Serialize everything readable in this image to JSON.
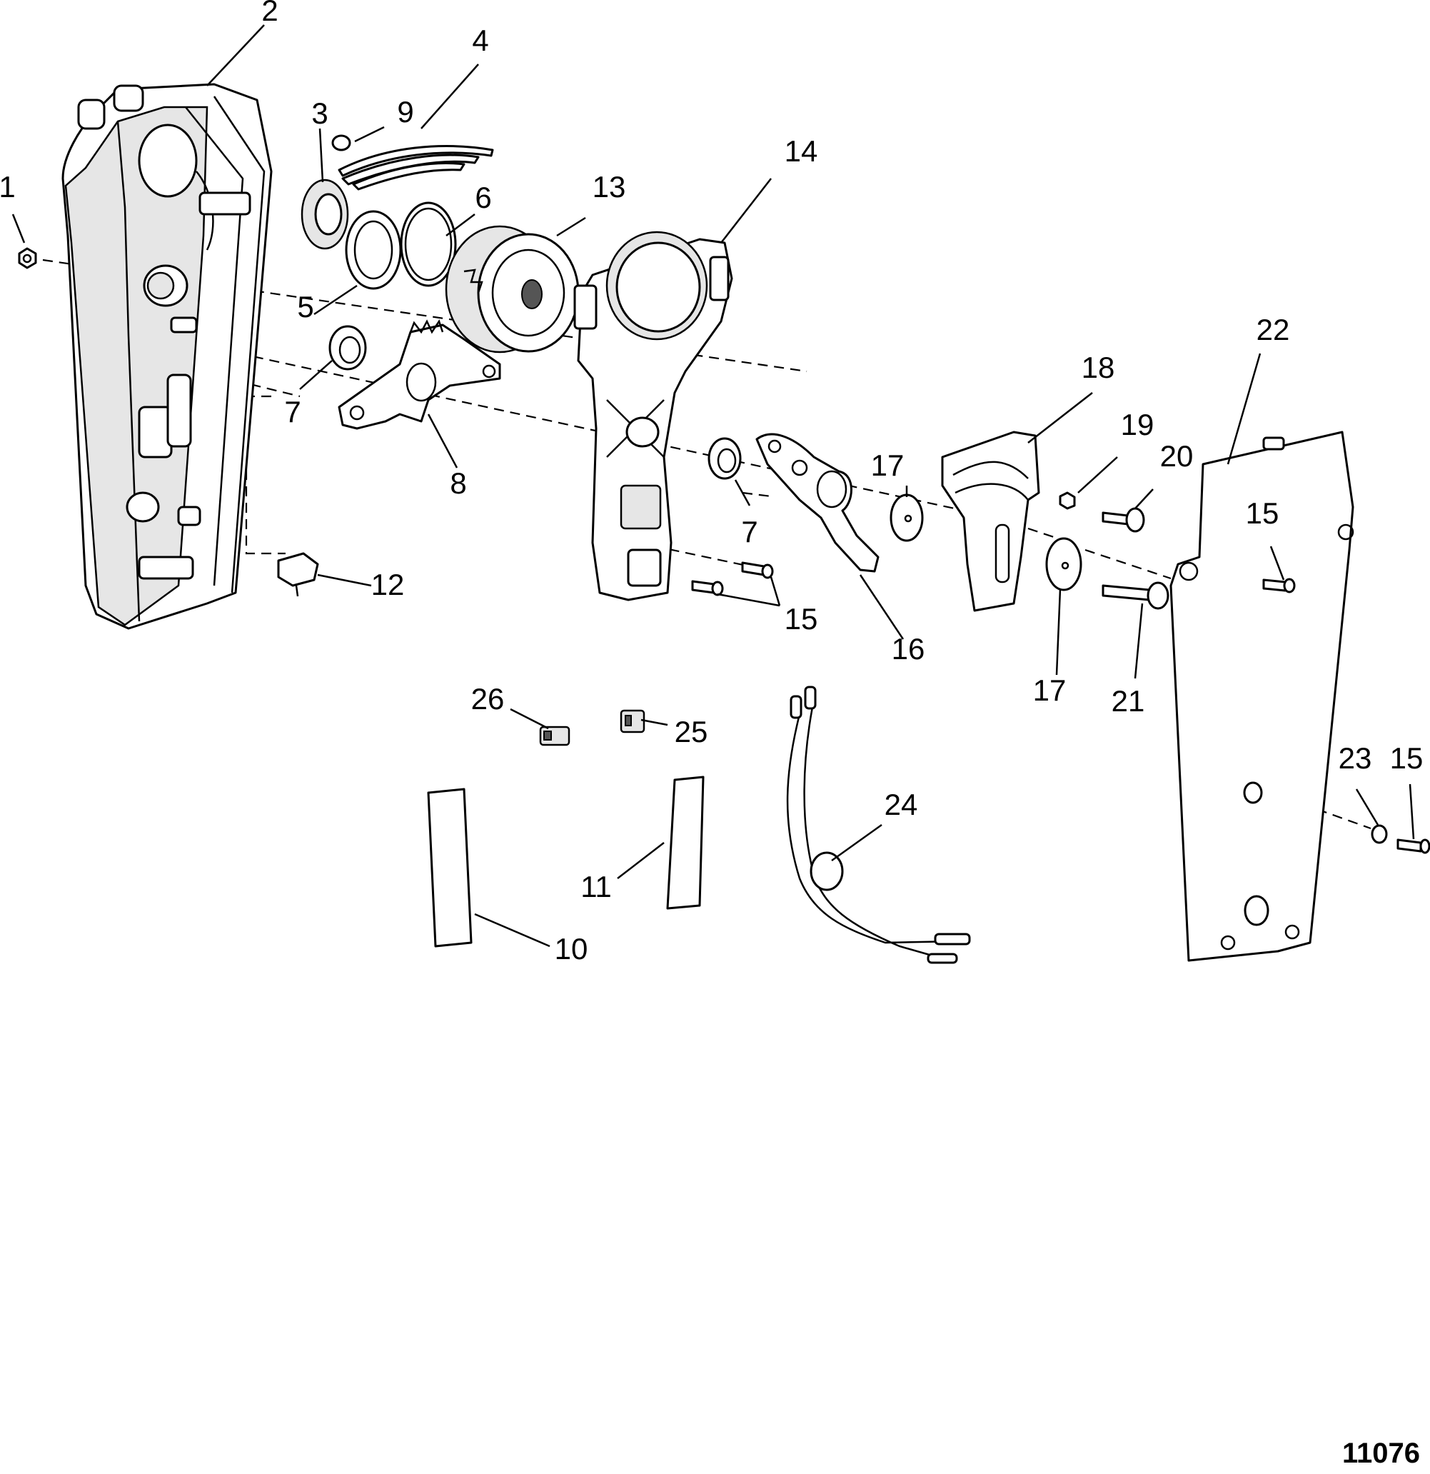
{
  "callouts": [
    "1",
    "2",
    "3",
    "4",
    "5",
    "6",
    "7",
    "8",
    "9",
    "10",
    "11",
    "12",
    "13",
    "14",
    "15",
    "16",
    "17",
    "18",
    "19",
    "20",
    "21",
    "22",
    "23",
    "24",
    "25",
    "26"
  ],
  "figure_number": "11076"
}
